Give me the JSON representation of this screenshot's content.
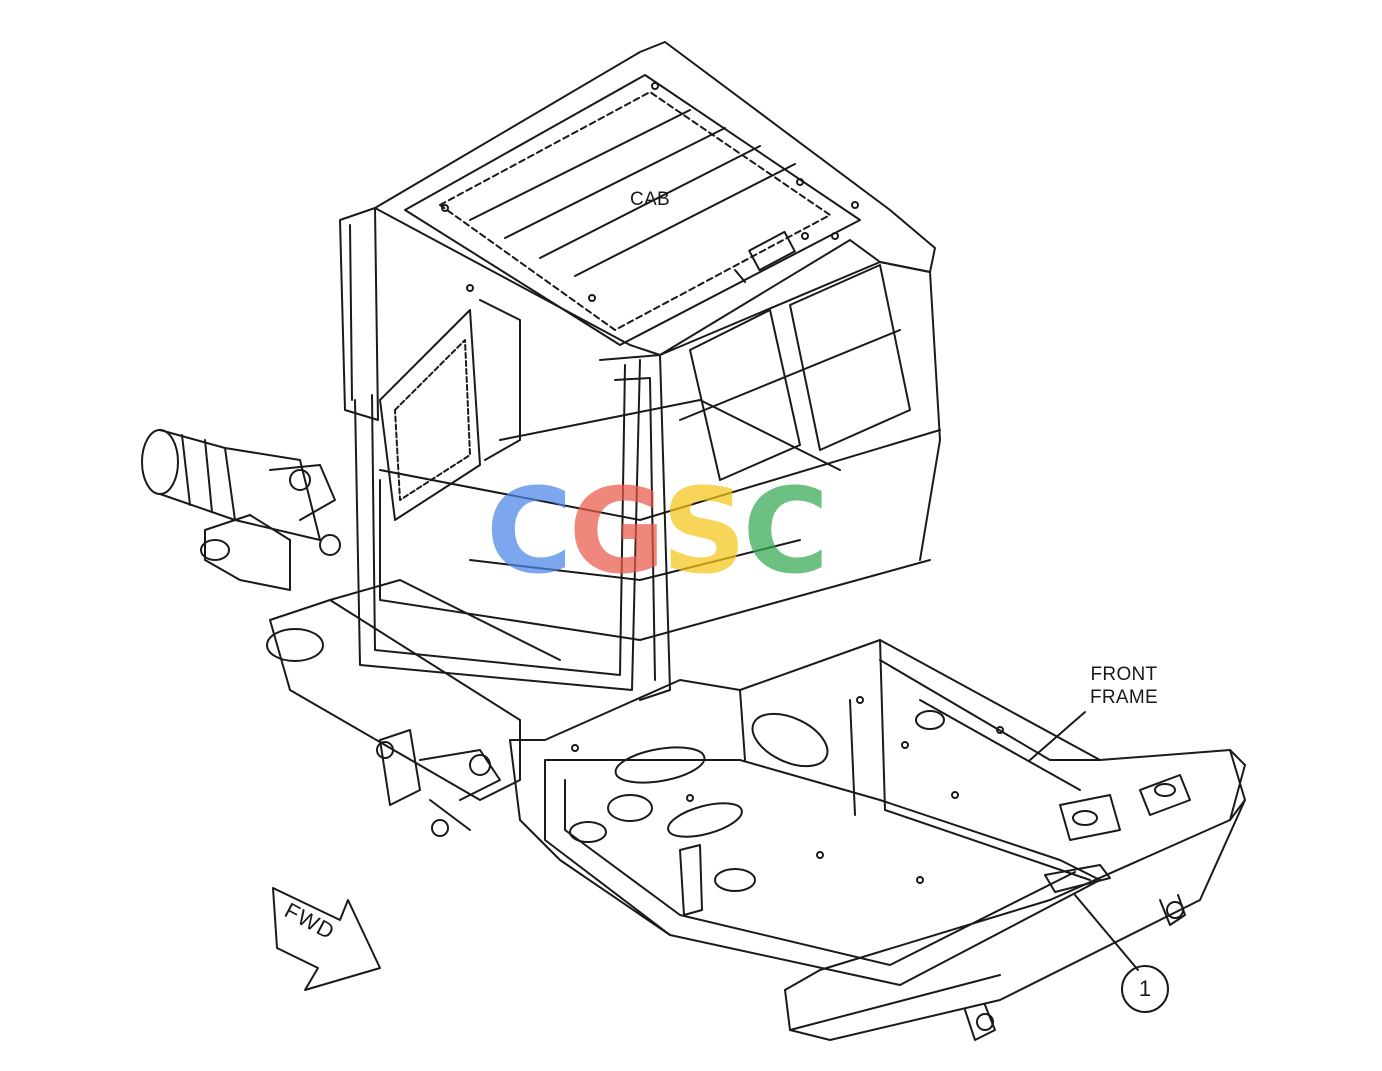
{
  "labels": {
    "cab": "CAB",
    "front_frame_line1": "FRONT",
    "front_frame_line2": "FRAME",
    "fwd": "FWD"
  },
  "callouts": [
    {
      "number": "1"
    }
  ],
  "watermark": {
    "letters": [
      {
        "char": "C",
        "color": "#4a86e8"
      },
      {
        "char": "G",
        "color": "#ea5a4a"
      },
      {
        "char": "S",
        "color": "#f5c518"
      },
      {
        "char": "C",
        "color": "#34a853"
      }
    ]
  },
  "colors": {
    "line": "#1a1a1a",
    "background": "#ffffff"
  }
}
